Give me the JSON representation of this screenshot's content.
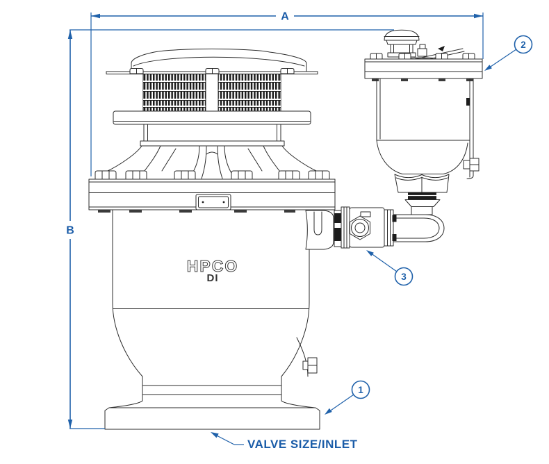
{
  "drawing": {
    "dimension_a": {
      "label": "A"
    },
    "dimension_b": {
      "label": "B"
    },
    "callouts": [
      {
        "number": "1"
      },
      {
        "number": "2"
      },
      {
        "number": "3"
      }
    ],
    "product_label": {
      "brand": "HPCO",
      "material": "DI"
    },
    "inlet_label": "VALVE SIZE/INLET",
    "colors": {
      "annotation_blue": "#1f61aa",
      "line_dark": "#2b2b2b",
      "background": "#ffffff"
    }
  }
}
